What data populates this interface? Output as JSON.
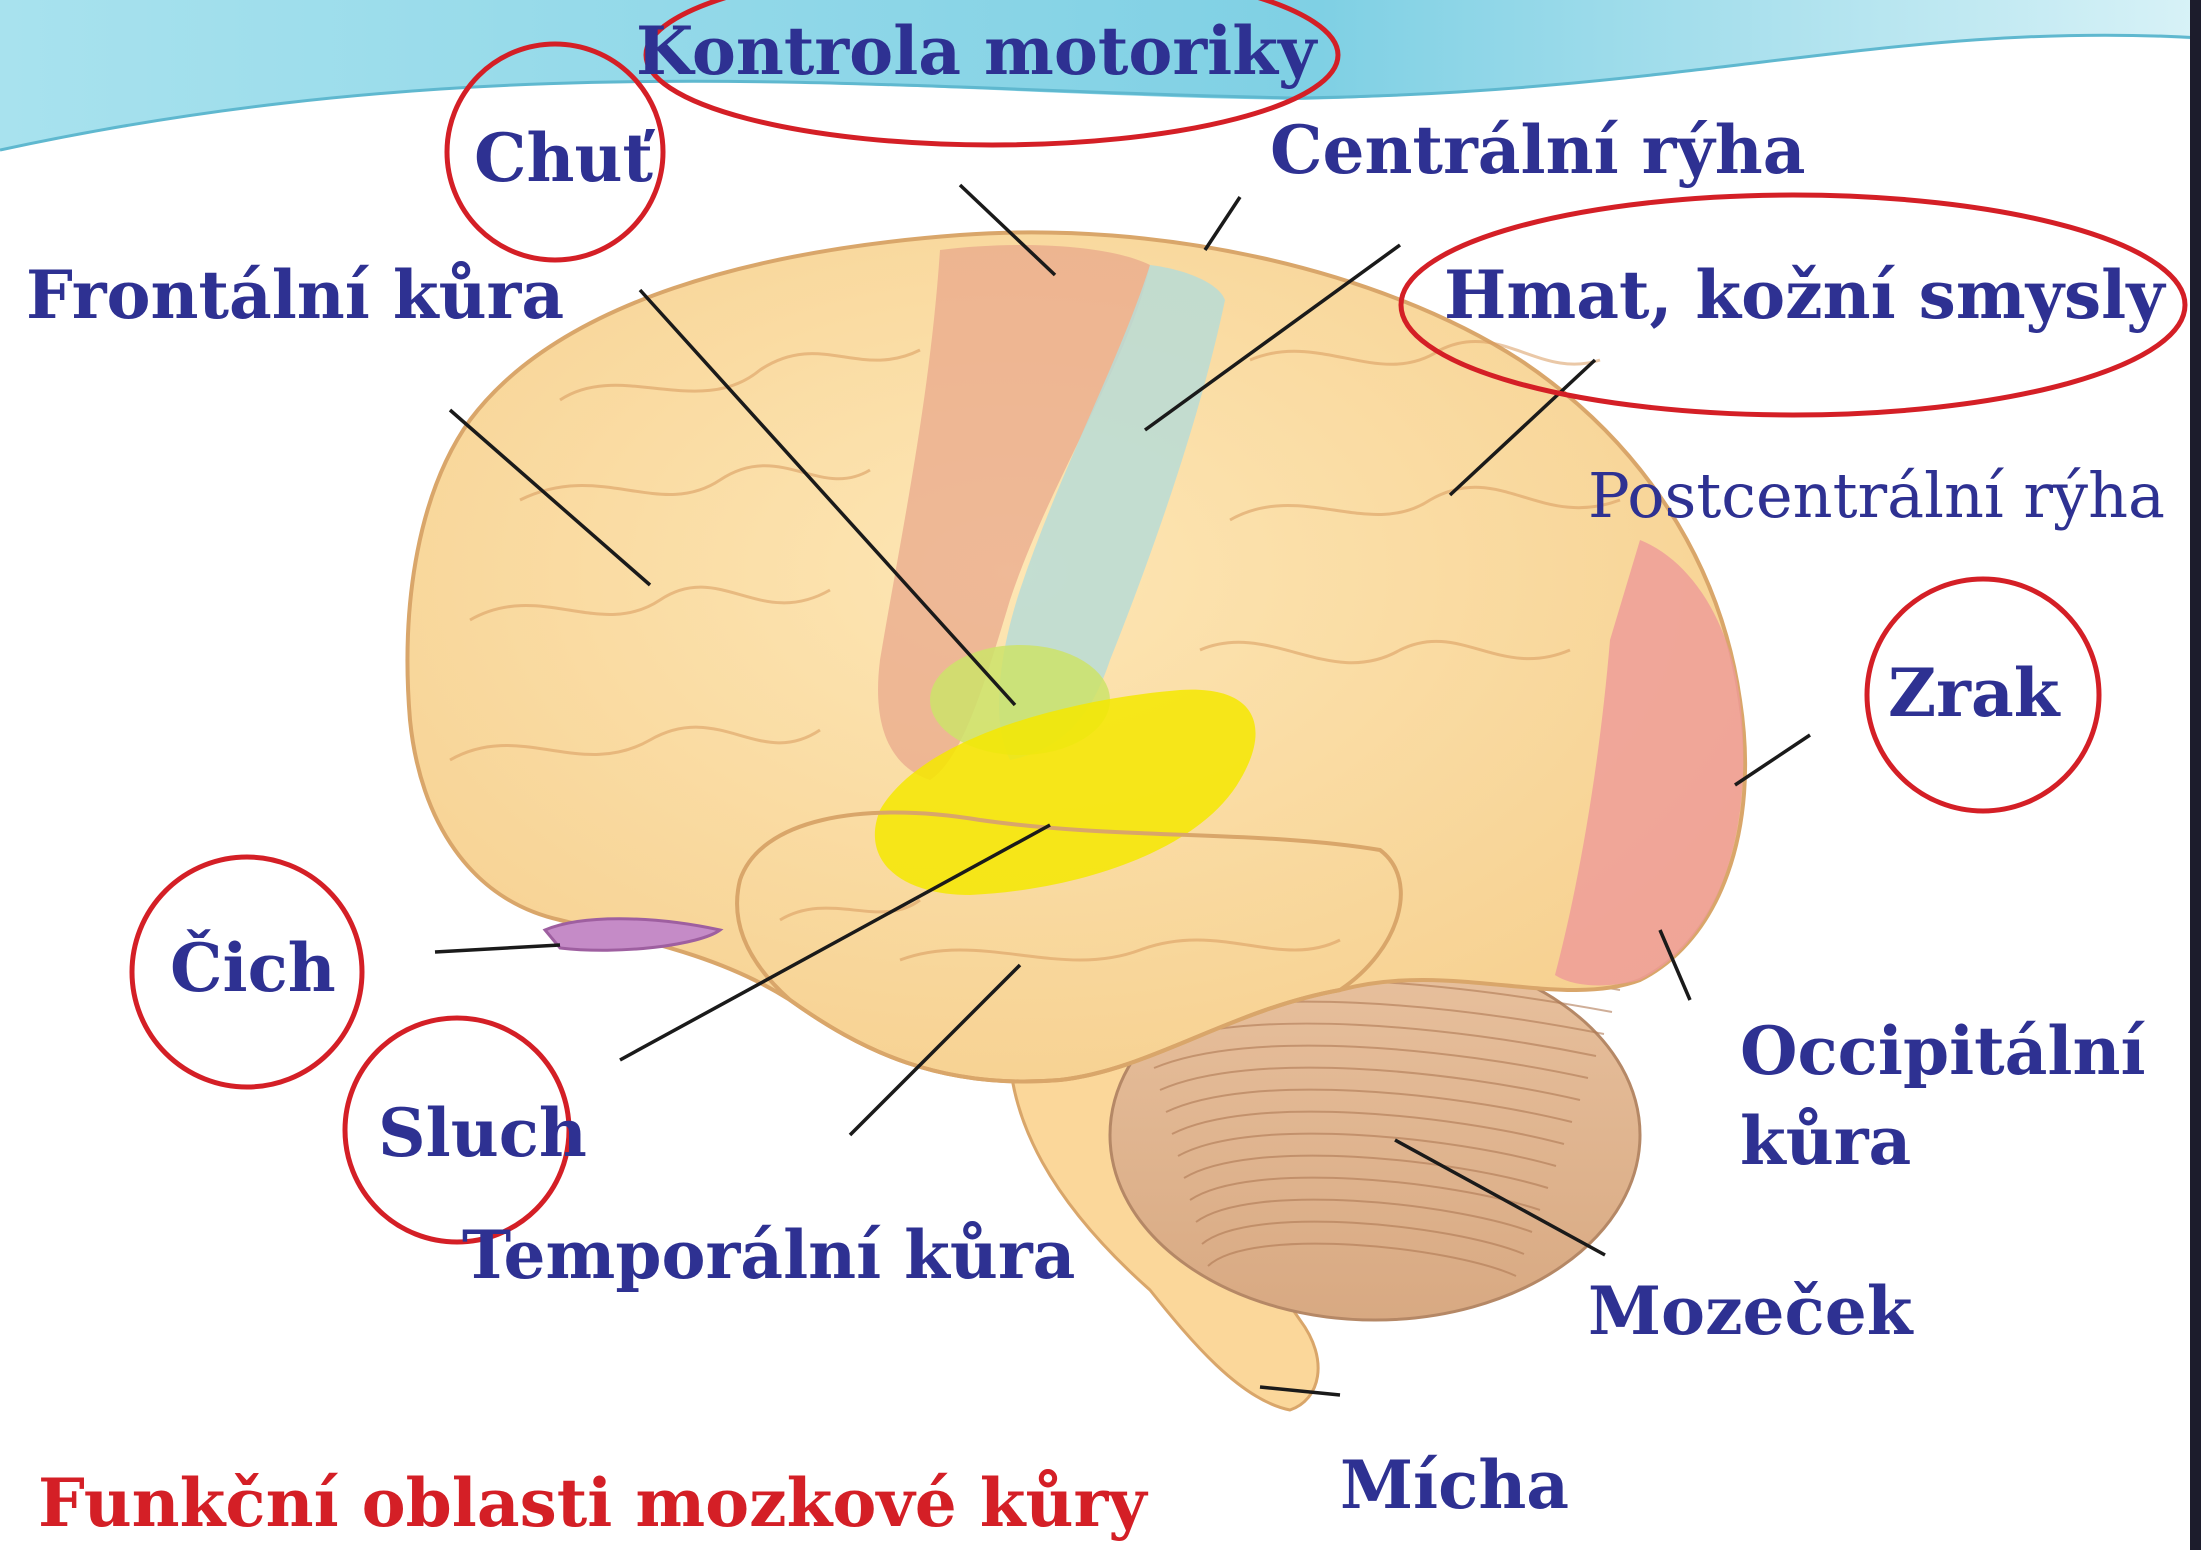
{
  "colors": {
    "label": "#2e3192",
    "title": "#d41f26",
    "circle": "#d41f26",
    "brain": "#fbdca0",
    "brain_outline": "#d9a66a",
    "motor_area": "#e8a58a",
    "central_area": "#b9dcd6",
    "auditory_area": "#f4e800",
    "taste_area": "#cde36a",
    "occipital_area": "#ee9a98",
    "cerebellum": "#e2b693",
    "banner": "#8fd5e6"
  },
  "labels": {
    "kontrola_motoriky": "Kontrola motoriky",
    "chut": "Chuť",
    "centralni_ryha": "Centrální rýha",
    "frontalni_kura": "Frontální kůra",
    "hmat": "Hmat, kožní smysly",
    "postcentralni_ryha": "Postcentrální rýha",
    "zrak": "Zrak",
    "cich": "Čich",
    "sluch": "Sluch",
    "occipitalni_line1": "Occipitální",
    "occipitalni_line2": "kůra",
    "temporalni_kura": "Temporální kůra",
    "mozecek": "Mozeček",
    "micha": "Mícha"
  },
  "caption": "Funkční oblasti mozkové kůry"
}
